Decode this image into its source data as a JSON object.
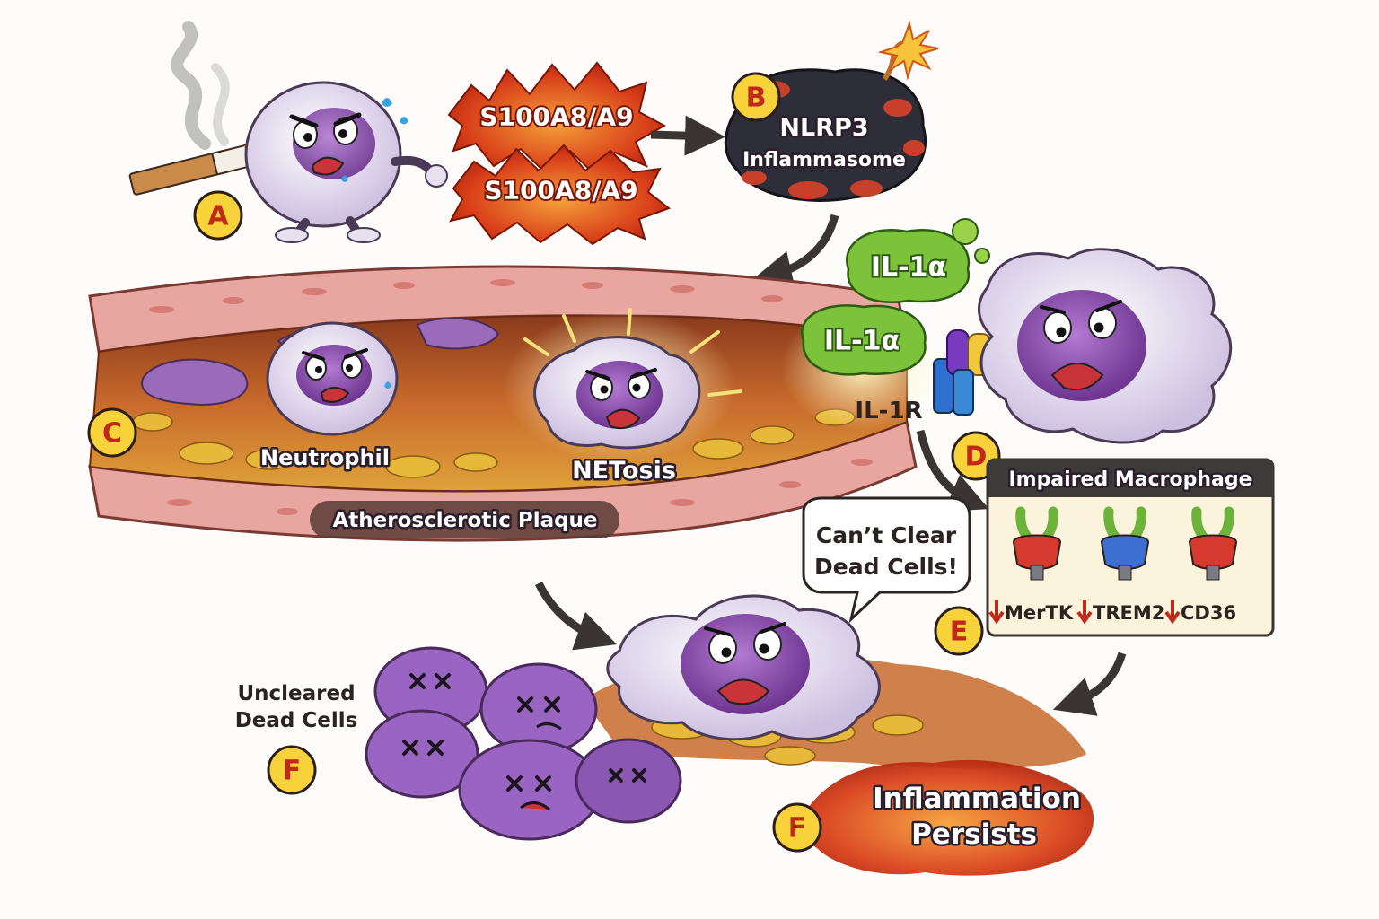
{
  "colors": {
    "badge_fill": "#f7d23a",
    "badge_text": "#c0281a",
    "cell_body": "#ece4f3",
    "nucleus": "#8a4fb0",
    "flame": "#e8421a",
    "cytokine": "#7cc23a",
    "vessel_wall": "#e9a6a0",
    "plaque": "#b85a2a",
    "receptor_red": "#d63a2e",
    "receptor_blue": "#3c6fcf",
    "receptor_green": "#6cb33a"
  },
  "icons": {
    "cigarette": "cigarette-icon",
    "bomb_fuse": "fuse-spark-icon",
    "down_arrow": "red-down-arrow-icon"
  },
  "badges": {
    "a": "A",
    "b": "B",
    "c": "C",
    "d": "D",
    "e": "E",
    "f1": "F",
    "f2": "F"
  },
  "signals": {
    "s100_top": "S100A8/A9",
    "s100_bottom": "S100A8/A9"
  },
  "inflammasome": {
    "line1": "NLRP3",
    "line2": "Inflammasome"
  },
  "cytokines": {
    "il1a_top": "IL-1α",
    "il1a_bottom": "IL-1α",
    "receptor": "IL-1R"
  },
  "vessel": {
    "neutrophil": "Neutrophil",
    "netosis": "NETosis",
    "plaque": "Atherosclerotic Plaque"
  },
  "macrophage_panel": {
    "title": "Impaired Macrophage",
    "receptors": [
      {
        "label": "MerTK",
        "color": "#d63a2e"
      },
      {
        "label": "TREM2",
        "color": "#3c6fcf"
      },
      {
        "label": "CD36",
        "color": "#d63a2e"
      }
    ]
  },
  "speech": {
    "line1": "Can’t Clear",
    "line2": "Dead Cells!"
  },
  "dead_cells": {
    "line1": "Uncleared",
    "line2": "Dead Cells"
  },
  "outcome": {
    "line1": "Inflammation",
    "line2": "Persists"
  }
}
